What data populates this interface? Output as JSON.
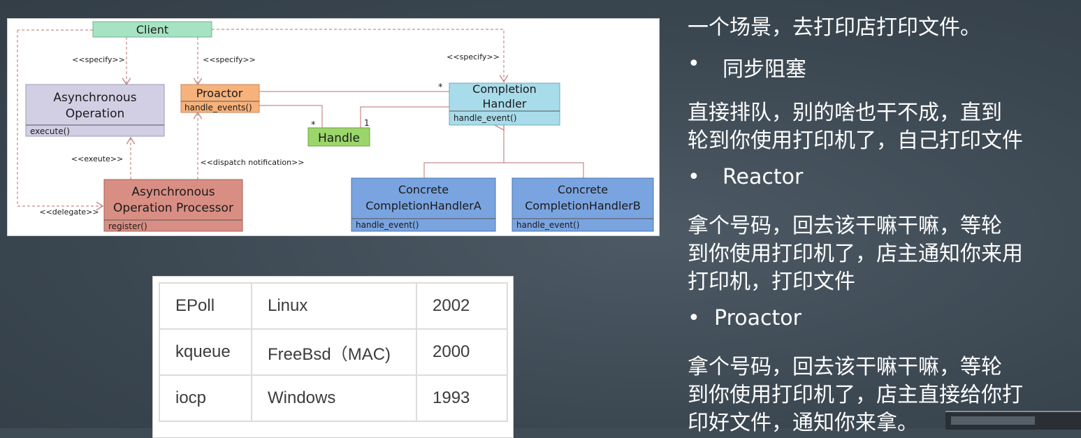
{
  "uml": {
    "client": "Client",
    "specify": "<<specify>>",
    "async_op": [
      "Asynchronous",
      "Operation"
    ],
    "async_op_method": "execute()",
    "proactor": "Proactor",
    "proactor_method": "handle_events()",
    "completion_handler": [
      "Completion",
      "Handler"
    ],
    "completion_handler_method": "handle_event()",
    "handle": "Handle",
    "mult_star": "*",
    "mult_one": "1",
    "exeute": "<<exeute>>",
    "dispatch": "<<dispatch notification>>",
    "delegate": "<<delegate>>",
    "processor": [
      "Asynchronous",
      "Operation Processor"
    ],
    "processor_method": "register()",
    "concrete_a": [
      "Concrete",
      "CompletionHandlerA"
    ],
    "concrete_b": [
      "Concrete",
      "CompletionHandlerB"
    ],
    "concrete_method": "handle_event()",
    "colors": {
      "client": "#a6e3c2",
      "async_op": "#d2cfe5",
      "proactor": "#f7b27c",
      "completion_handler": "#a9dcea",
      "handle": "#9bd66a",
      "processor": "#d98e84",
      "concrete": "#7aa4e0",
      "connector": "#c98a8a"
    }
  },
  "table": {
    "rows": [
      [
        "EPoll",
        "Linux",
        "2002"
      ],
      [
        "kqueue",
        "FreeBsd（MAC)",
        "2000"
      ],
      [
        "iocp",
        "Windows",
        "1993"
      ]
    ]
  },
  "notes": {
    "intro": "一个场景，去打印店打印文件。",
    "sync_title": "同步阻塞",
    "sync_body": [
      " 直接排队，别的啥也干不成，直到",
      "轮到你使用打印机了，自己打印文件"
    ],
    "reactor_title": "Reactor",
    "reactor_body": [
      " 拿个号码，回去该干嘛干嘛，等轮",
      "到你使用打印机了，店主通知你来用",
      "打印机，打印文件"
    ],
    "proactor_title": "Proactor",
    "proactor_body": [
      " 拿个号码，回去该干嘛干嘛，等轮",
      "到你使用打印机了，店主直接给你打",
      "印好文件，通知你来拿。"
    ],
    "bullet": "•"
  }
}
